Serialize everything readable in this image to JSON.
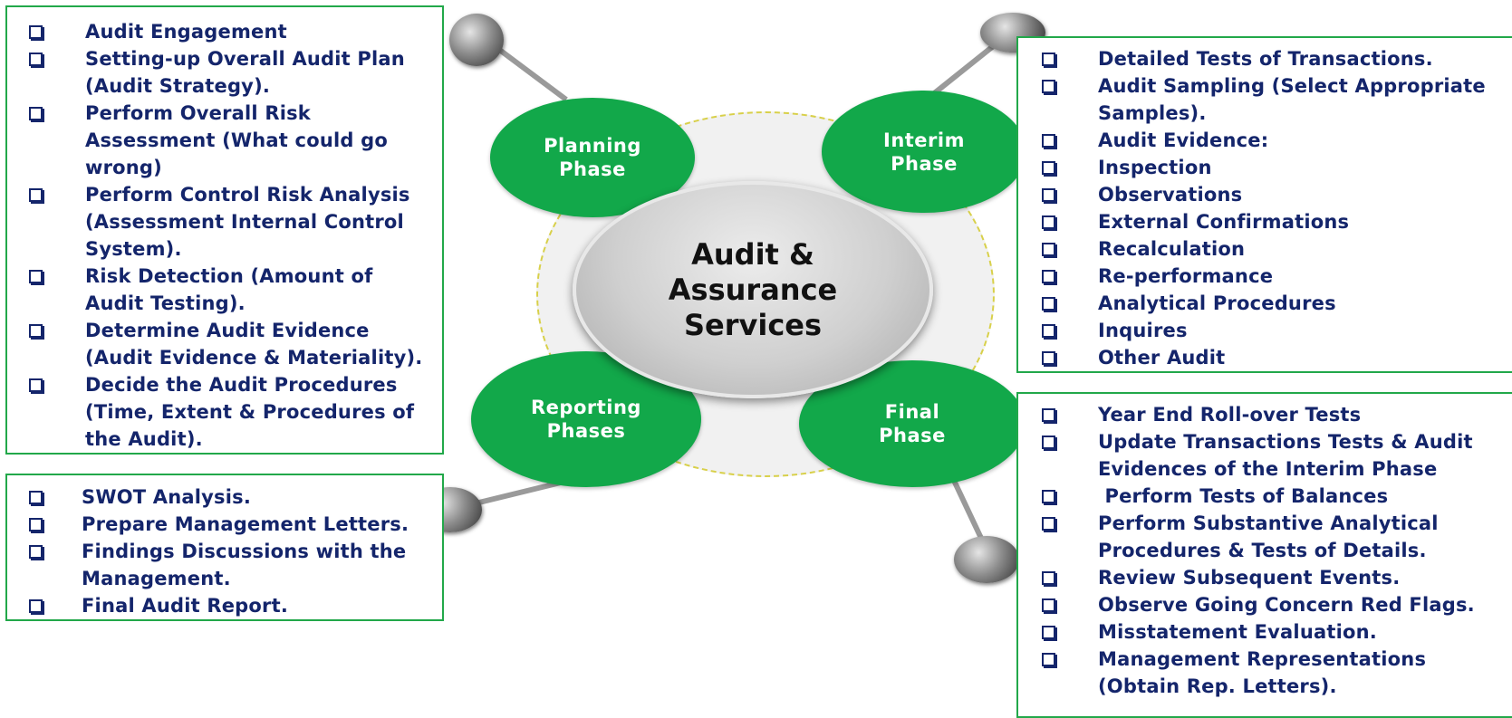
{
  "center": {
    "line1": "Audit &",
    "line2": "Assurance",
    "line3": "Services"
  },
  "phases": {
    "planning": {
      "line1": "Planning",
      "line2": "Phase"
    },
    "interim": {
      "line1": "Interim",
      "line2": "Phase"
    },
    "reporting": {
      "line1": "Reporting",
      "line2": "Phases"
    },
    "final": {
      "line1": "Final",
      "line2": "Phase"
    }
  },
  "planning_items": [
    "Audit Engagement",
    "Setting-up Overall Audit Plan",
    "(Audit Strategy).",
    "Perform Overall Risk",
    "Assessment (What could go",
    "wrong)",
    "Perform Control Risk Analysis",
    "(Assessment Internal Control",
    "System).",
    "Risk Detection (Amount of",
    "Audit Testing).",
    "Determine Audit Evidence",
    "(Audit Evidence & Materiality).",
    "Decide the Audit Procedures",
    "(Time, Extent & Procedures of",
    "the Audit)."
  ],
  "reporting_items": [
    "SWOT Analysis.",
    "Prepare Management Letters.",
    "Findings Discussions with the",
    "Management.",
    "Final Audit Report."
  ],
  "interim_items": [
    "Detailed Tests of Transactions.",
    "Audit Sampling (Select Appropriate",
    "Samples).",
    "Audit Evidence:",
    "Inspection",
    "Observations",
    "External Confirmations",
    "Recalculation",
    "Re-performance",
    "Analytical Procedures",
    "Inquires",
    "Other Audit"
  ],
  "final_items": [
    "Year End Roll-over Tests",
    "Update Transactions Tests & Audit",
    "Evidences of the Interim Phase",
    " Perform Tests of Balances",
    "Perform Substantive Analytical",
    "Procedures & Tests of Details.",
    "Review Subsequent Events.",
    "Observe Going Concern Red Flags.",
    "Misstatement Evaluation.",
    "Management Representations",
    "(Obtain Rep. Letters)."
  ]
}
